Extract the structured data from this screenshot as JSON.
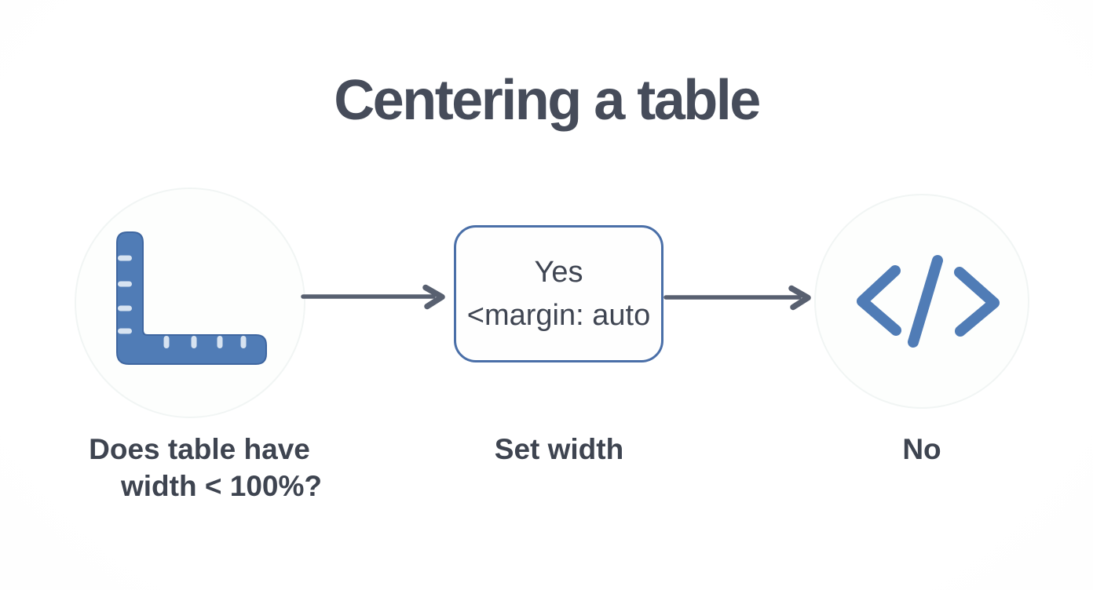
{
  "title": "Centering a table",
  "flow": {
    "question": {
      "icon": "ruler-icon",
      "label_line1": "Does table have",
      "label_line2": "width < 100%?"
    },
    "decision": {
      "line1": "Yes",
      "line2": "<margin: auto",
      "label": "Set width"
    },
    "result": {
      "icon": "code-icon",
      "label": "No"
    }
  },
  "colors": {
    "accent_blue": "#507cb6",
    "icon_outline": "#3e66a0",
    "box_border": "#4a6fa8",
    "arrow": "#586070",
    "title_text": "#464c5a",
    "label_text": "#3e4450",
    "box_text": "#3f4552",
    "tick_mark": "#d7e3f1",
    "halo_fill": "#fdfefd",
    "halo_ring": "#f1f5f4"
  }
}
